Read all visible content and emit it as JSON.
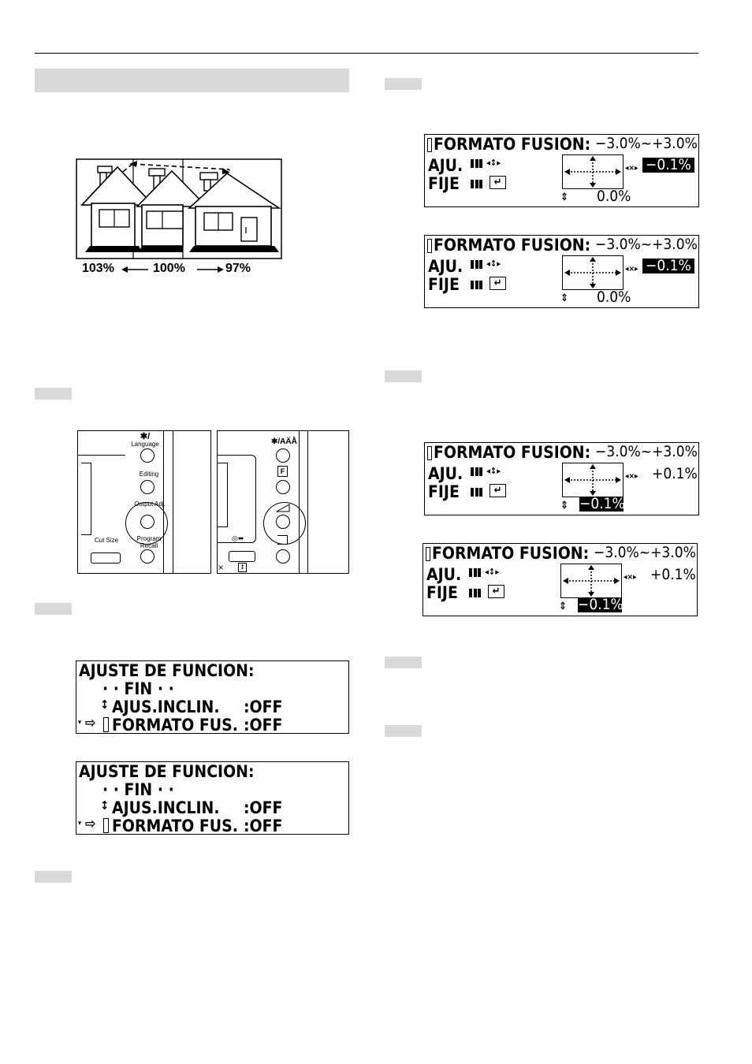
{
  "illustration": {
    "labels": [
      "103%",
      "100%",
      "97%"
    ]
  },
  "panel_left": {
    "language": "Language",
    "editing": "Editing",
    "output_adj": "Output Adj.",
    "program_recall": "Program Recall",
    "cut_size": "Cut Size"
  },
  "panel_right": {
    "top_label": "✱/AÄÅ"
  },
  "menu_screen": {
    "title": "AJUSTE DE FUNCION:",
    "line_fin": "· · FIN · ·",
    "line_inclin": "AJUS.INCLIN.",
    "line_inclin_val": ":OFF",
    "line_formato": "FORMATO FUS.",
    "line_formato_val": ":OFF"
  },
  "fusion_screen": {
    "title": "FORMATO FUSION:",
    "range": "−3.0%~+3.0%",
    "aju": "AJU.",
    "fije": "FIJE",
    "horizontal_neg": "−0.1%",
    "horizontal_pos": "+0.1%",
    "vertical_zero": "0.0%",
    "vertical_neg": "−0.1%"
  }
}
